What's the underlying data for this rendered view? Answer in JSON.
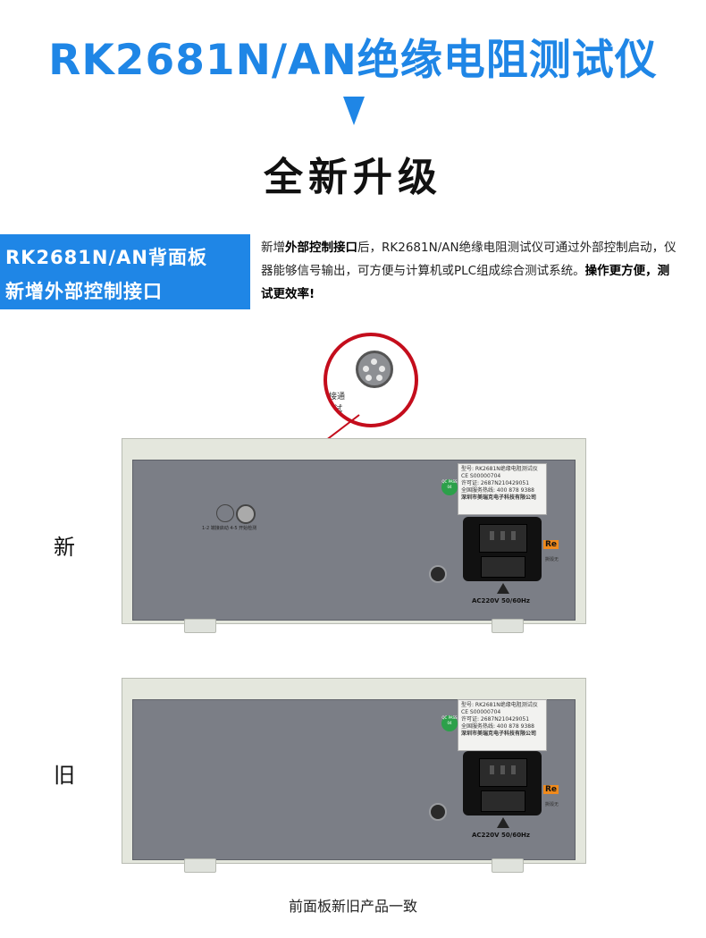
{
  "header": {
    "title": "RK2681N/AN绝缘电阻测试仪",
    "subtitle": "全新升级"
  },
  "badge": {
    "line1": "RK2681N/AN背面板",
    "line2": "新增外部控制接口"
  },
  "description": {
    "prefix": "新增",
    "highlight1": "外部控制接口",
    "middle": "后，RK2681N/AN绝缘电阻测试仪可通过外部控制启动，仪器能够信号输出，可方便与计算机或PLC组成综合测试系统。",
    "highlight2": "操作更方便，测试更效率!"
  },
  "new_device": {
    "label": "新",
    "connector_text": "1-2 端接启动 4-5 开始检测",
    "zoom_text_1": "接通",
    "zoom_text_2": "试"
  },
  "old_device": {
    "label": "旧"
  },
  "panel": {
    "sticker_model": "型号: RK2681N绝缘电阻测试仪",
    "sticker_ce": "CE",
    "sticker_serial": "S00000704",
    "sticker_license": "许可证: 2687N210429051",
    "sticker_hotline": "全国服务热线: 400 878 9388",
    "sticker_company": "深圳市美瑞克电子科技有限公司",
    "qc_text": "QC PASS 04",
    "ac_rating": "AC220V  50/60Hz",
    "orange_tag": "Re",
    "orange_tag_sub": "撕毁无"
  },
  "footer": "前面板新旧产品一致",
  "colors": {
    "accent": "#1f86e6",
    "highlight_ring": "#c40d1c",
    "panel": "#7b7e86"
  }
}
